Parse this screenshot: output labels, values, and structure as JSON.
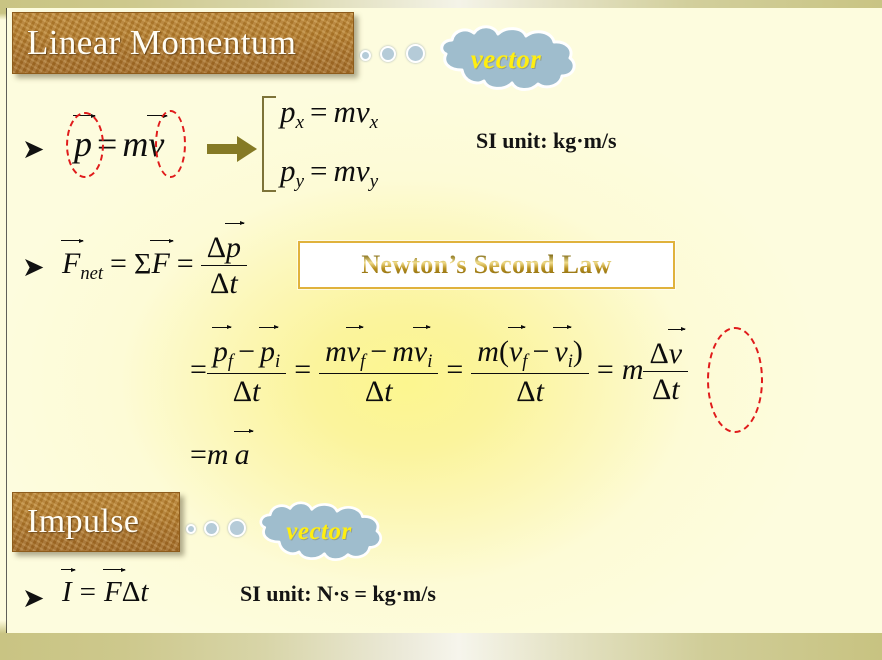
{
  "slide": {
    "background_color": "#fdfbdd",
    "glow_color": "#fcf68f",
    "band_color": "#c9c483"
  },
  "sections": [
    {
      "id": "momentum",
      "heading": "Linear Momentum",
      "heading_bg": "#b9812d",
      "callout": "vector",
      "callout_bg": "#b5cbd8",
      "callout_text_color": "#ffee11"
    },
    {
      "id": "impulse",
      "heading": "Impulse",
      "heading_bg": "#b9812d",
      "callout": "vector",
      "callout_bg": "#b5cbd8",
      "callout_text_color": "#ffee11"
    }
  ],
  "equations": {
    "momentum_def": {
      "bullet": "➤",
      "p_symbol": "p",
      "equals": "=",
      "m_symbol": "m",
      "v_symbol": "v",
      "components": {
        "x": {
          "lhs": "p",
          "lhs_sub": "x",
          "eq": "=",
          "rhs_m": "m",
          "rhs_v": "v",
          "rhs_sub": "x"
        },
        "y": {
          "lhs": "p",
          "lhs_sub": "y",
          "eq": "=",
          "rhs_m": "m",
          "rhs_v": "v",
          "rhs_sub": "y"
        }
      },
      "si_unit": "SI unit: kg·m/s"
    },
    "newton": {
      "bullet": "➤",
      "F_symbol": "F",
      "F_sub": "net",
      "eq1": "=",
      "sigma": "Σ",
      "F2_symbol": "F",
      "eq2": "=",
      "frac_num_delta": "Δ",
      "frac_num_p": "p",
      "frac_den_delta": "Δ",
      "frac_den_t": "t",
      "box_label": "Newton’s Second Law",
      "box_border_color": "#e0b23c",
      "box_text_color": "#c9a227"
    },
    "derivation": {
      "eq0": "=",
      "term1": {
        "num_pf": "p",
        "num_pf_sub": "f",
        "minus": "−",
        "num_pi": "p",
        "num_pi_sub": "i",
        "den_delta": "Δ",
        "den_t": "t"
      },
      "eq1": "=",
      "term2": {
        "num_m1": "m",
        "num_vf": "v",
        "num_vf_sub": "f",
        "minus": "−",
        "num_m2": "m",
        "num_vi": "v",
        "num_vi_sub": "i",
        "den_delta": "Δ",
        "den_t": "t"
      },
      "eq2": "=",
      "term3": {
        "num_m": "m",
        "open": "(",
        "num_vf": "v",
        "num_vf_sub": "f",
        "minus": "−",
        "num_vi": "v",
        "num_vi_sub": "i",
        "close": ")",
        "den_delta": "Δ",
        "den_t": "t"
      },
      "eq3": "=",
      "term4": {
        "m": "m",
        "num_delta": "Δ",
        "num_v": "v",
        "den_delta": "Δ",
        "den_t": "t"
      },
      "final": {
        "eq": "=",
        "m": "m",
        "a": "a"
      }
    },
    "impulse_def": {
      "bullet": "➤",
      "I_symbol": "I",
      "equals": "=",
      "F_symbol": "F",
      "delta": "Δ",
      "t_symbol": "t",
      "si_unit": "SI unit: N·s = kg·m/s"
    }
  },
  "annotations": {
    "highlight_color": "#e01b1b",
    "arrow_color": "#857a25",
    "brace_color": "#7d7338"
  }
}
